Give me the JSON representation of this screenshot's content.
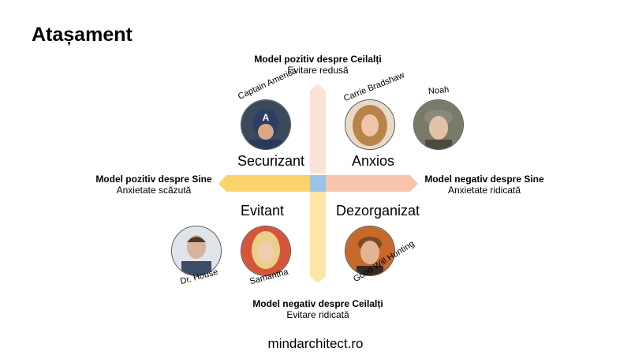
{
  "title": "Atașament",
  "top_label": {
    "bold": "Model pozitiv despre Ceilalți",
    "sub": "Evitare redusă"
  },
  "bottom_label": {
    "bold": "Model negativ despre Ceilalți",
    "sub": "Evitare ridicată"
  },
  "left_label": {
    "bold": "Model pozitiv despre Sine",
    "sub": "Anxietate scăzută"
  },
  "right_label": {
    "bold": "Model negativ despre Sine",
    "sub": "Anxietate ridicată"
  },
  "quadrants": {
    "top_left": "Securizant",
    "top_right": "Anxios",
    "bottom_left": "Evitant",
    "bottom_right": "Dezorganizat"
  },
  "characters": {
    "captain_america": "Captain America",
    "carrie": "Carrie Bradshaw",
    "noah": "Noah",
    "house": "Dr. House",
    "samantha": "Samantha",
    "goodwill": "Good Will Hunting"
  },
  "footer": "mindarchitect.ro",
  "colors": {
    "up": "#fbe3d8",
    "right": "#f7c4ad",
    "left": "#fbd26c",
    "down": "#fde6a6",
    "center": "#9cc2e5"
  }
}
